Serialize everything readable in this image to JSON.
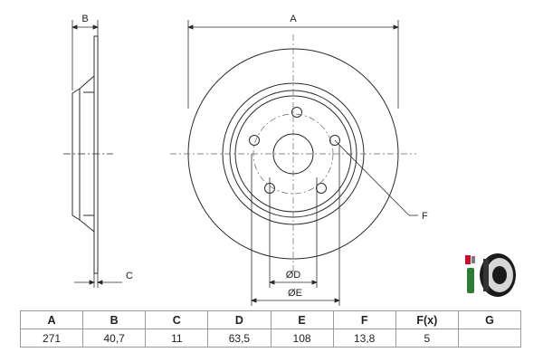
{
  "drawing": {
    "side_view_labels": {
      "b": "B",
      "c": "C"
    },
    "front_view_labels": {
      "a": "A",
      "f": "F",
      "d": "ØD",
      "e": "ØE"
    }
  },
  "table": {
    "headers": [
      "A",
      "B",
      "C",
      "D",
      "E",
      "F",
      "F(x)",
      "G"
    ],
    "values": [
      "271",
      "40,7",
      "11",
      "63,5",
      "108",
      "13,8",
      "5",
      ""
    ]
  },
  "colors": {
    "line": "#2b2b2b",
    "dash": "#555555",
    "brand_red": "#c8102e",
    "icon_green": "#2e7d32"
  }
}
